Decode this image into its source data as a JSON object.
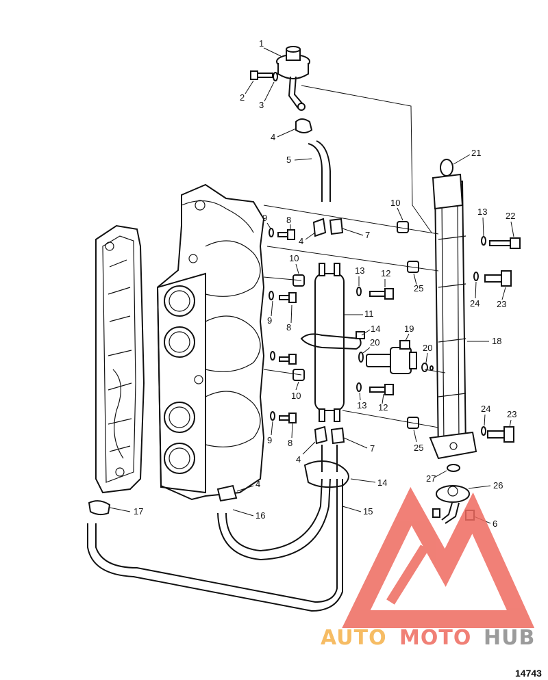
{
  "diagram": {
    "callouts": [
      {
        "id": "c1",
        "label": "1"
      },
      {
        "id": "c2",
        "label": "2"
      },
      {
        "id": "c3",
        "label": "3"
      },
      {
        "id": "c4a",
        "label": "4"
      },
      {
        "id": "c5",
        "label": "5"
      },
      {
        "id": "c21",
        "label": "21"
      },
      {
        "id": "c10a",
        "label": "10"
      },
      {
        "id": "c13a",
        "label": "13"
      },
      {
        "id": "c22",
        "label": "22"
      },
      {
        "id": "c9a",
        "label": "9"
      },
      {
        "id": "c8a",
        "label": "8"
      },
      {
        "id": "c4b",
        "label": "4"
      },
      {
        "id": "c7a",
        "label": "7"
      },
      {
        "id": "c10b",
        "label": "10"
      },
      {
        "id": "c13b",
        "label": "13"
      },
      {
        "id": "c12a",
        "label": "12"
      },
      {
        "id": "c25a",
        "label": "25"
      },
      {
        "id": "c24a",
        "label": "24"
      },
      {
        "id": "c23a",
        "label": "23"
      },
      {
        "id": "c11",
        "label": "11"
      },
      {
        "id": "c9b",
        "label": "9"
      },
      {
        "id": "c8b",
        "label": "8"
      },
      {
        "id": "c14a",
        "label": "14"
      },
      {
        "id": "c19",
        "label": "19"
      },
      {
        "id": "c20a",
        "label": "20"
      },
      {
        "id": "c20b",
        "label": "20"
      },
      {
        "id": "c18",
        "label": "18"
      },
      {
        "id": "c10c",
        "label": "10"
      },
      {
        "id": "c13c",
        "label": "13"
      },
      {
        "id": "c12b",
        "label": "12"
      },
      {
        "id": "c24b",
        "label": "24"
      },
      {
        "id": "c23b",
        "label": "23"
      },
      {
        "id": "c9c",
        "label": "9"
      },
      {
        "id": "c8c",
        "label": "8"
      },
      {
        "id": "c4c",
        "label": "4"
      },
      {
        "id": "c7b",
        "label": "7"
      },
      {
        "id": "c25b",
        "label": "25"
      },
      {
        "id": "c27",
        "label": "27"
      },
      {
        "id": "c14b",
        "label": "14"
      },
      {
        "id": "c26",
        "label": "26"
      },
      {
        "id": "c4d",
        "label": "4"
      },
      {
        "id": "c17",
        "label": "17"
      },
      {
        "id": "c16",
        "label": "16"
      },
      {
        "id": "c15",
        "label": "15"
      },
      {
        "id": "c6",
        "label": "6"
      }
    ],
    "reference_number": "14743"
  },
  "watermark": {
    "brand_part1": "AUTO",
    "brand_part2": "MOTO",
    "brand_part3": "HUB",
    "color_orange": "#f5b14a",
    "color_red": "#ee6a5f",
    "color_gray": "#8a8a8a"
  }
}
